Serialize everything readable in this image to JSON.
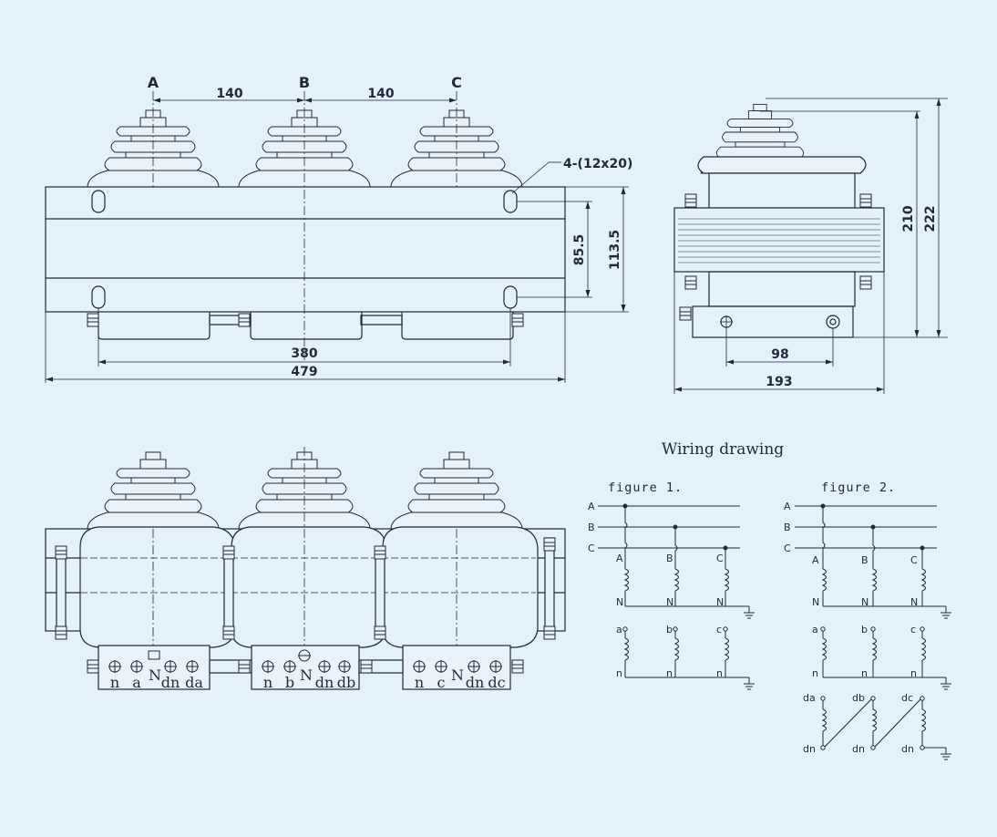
{
  "front_view": {
    "phase_labels": [
      "A",
      "B",
      "C"
    ],
    "dim_phase_spacing_1": "140",
    "dim_phase_spacing_2": "140",
    "dim_slot_note": "4-(12x20)",
    "dim_slot_spacing_vertical": "85.5",
    "dim_base_height": "113.5",
    "dim_slot_spacing_horizontal": "380",
    "dim_total_length": "479"
  },
  "side_view": {
    "dim_terminal_height": "210",
    "dim_total_height": "222",
    "dim_mount_spacing": "98",
    "dim_depth": "193"
  },
  "bottom_view": {
    "terminal_groups": [
      [
        "n",
        "a",
        "N",
        "dn",
        "da"
      ],
      [
        "n",
        "b",
        "N",
        "dn",
        "db"
      ],
      [
        "n",
        "c",
        "N",
        "dn",
        "dc"
      ]
    ]
  },
  "wiring": {
    "title": "Wiring drawing",
    "figure1": {
      "title": "figure 1.",
      "bus_labels": [
        "A",
        "B",
        "C"
      ],
      "primary_top": [
        "A",
        "B",
        "C"
      ],
      "primary_bottom": [
        "N",
        "N",
        "N"
      ],
      "secondary_top": [
        "a",
        "b",
        "c"
      ],
      "secondary_bottom": [
        "n",
        "n",
        "n"
      ]
    },
    "figure2": {
      "title": "figure 2.",
      "bus_labels": [
        "A",
        "B",
        "C"
      ],
      "primary_top": [
        "A",
        "B",
        "C"
      ],
      "primary_bottom": [
        "N",
        "N",
        "N"
      ],
      "secondary_top": [
        "a",
        "b",
        "c"
      ],
      "secondary_bottom": [
        "n",
        "n",
        "n"
      ],
      "tertiary_top": [
        "da",
        "db",
        "dc"
      ],
      "tertiary_bottom": [
        "dn",
        "dn",
        "dn"
      ]
    }
  }
}
